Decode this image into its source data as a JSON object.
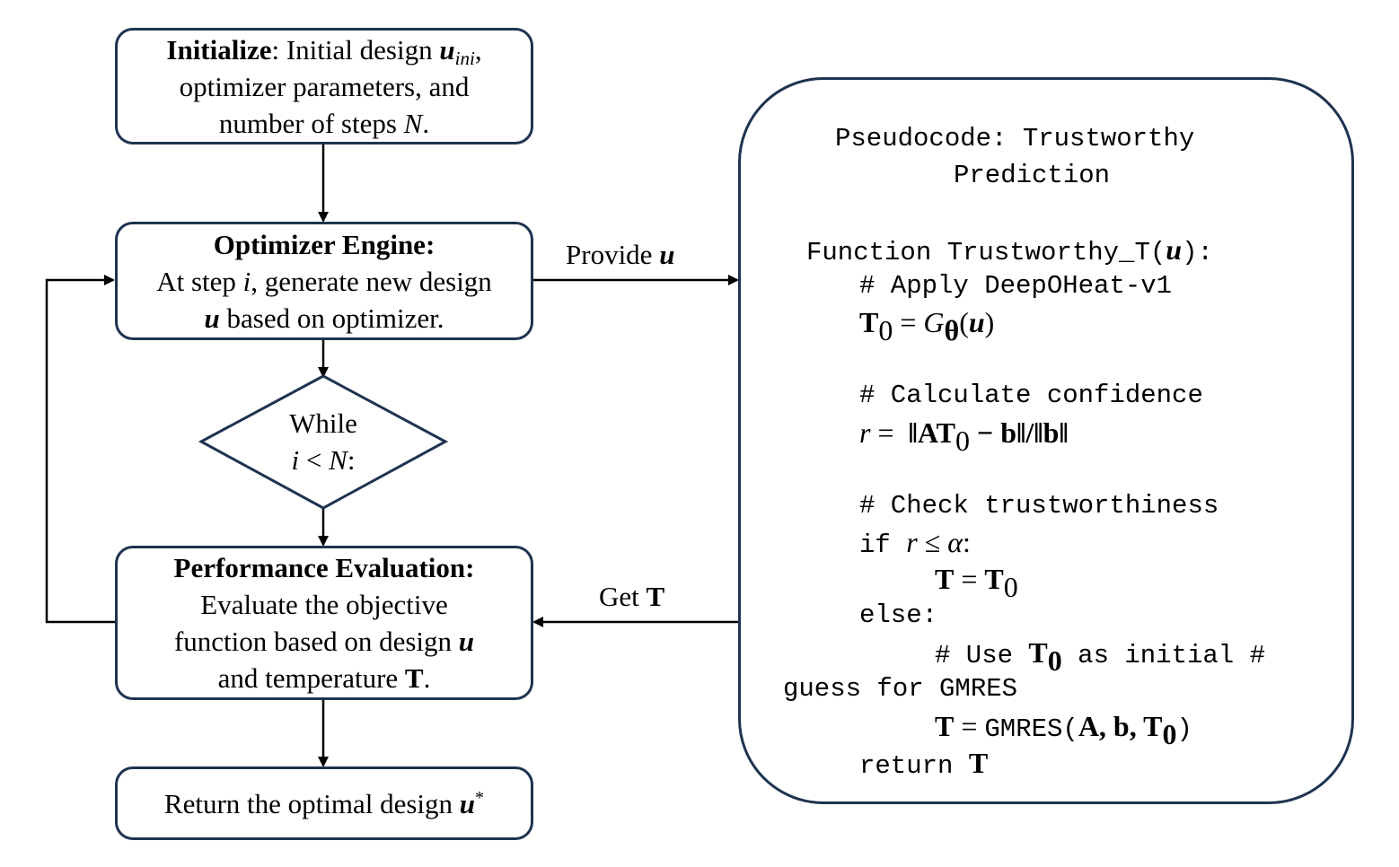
{
  "init_box": {
    "title": "Initialize",
    "line1_text": ": Initial design ",
    "u_symbol": "u",
    "u_subscript": "ini",
    "line1_end": ",",
    "line2": "optimizer parameters, and",
    "line3_text": "number of steps ",
    "n_symbol": "N",
    "line3_end": "."
  },
  "optimizer_box": {
    "title": "Optimizer Engine:",
    "line2_text": "At step ",
    "i_symbol": "i",
    "line2_end": ", generate new design",
    "u_symbol": "u",
    "line3_text": " based on optimizer."
  },
  "decision": {
    "line1": "While",
    "i_symbol": "i",
    "lt_symbol": " < ",
    "n_symbol": "N",
    "line2_end": ":"
  },
  "evaluation_box": {
    "title": "Performance Evaluation:",
    "line2": "Evaluate the objective",
    "line3_text": "function based on design ",
    "u_symbol": "u",
    "line4_text": "and temperature ",
    "t_symbol": "T",
    "line4_end": "."
  },
  "return_box": {
    "text": "Return the optimal design ",
    "u_symbol": "u",
    "star": "*"
  },
  "arrow_labels": {
    "provide_text": "Provide ",
    "provide_symbol": "u",
    "get_text": "Get ",
    "get_symbol": "T"
  },
  "pseudocode": {
    "title_line1": "Pseudocode: Trustworthy",
    "title_line2": "Prediction",
    "func_text": "Function Trustworthy_T(",
    "func_arg": "u",
    "func_end": "):",
    "comment_apply": "# Apply DeepOHeat-v1",
    "apply_t": "T",
    "apply_t_sub": "0",
    "apply_eq": " = ",
    "apply_g": "G",
    "apply_g_sub": "θ",
    "apply_paren_open": "(",
    "apply_u": "u",
    "apply_paren_close": ")",
    "comment_confidence": "# Calculate confidence",
    "conf_r": "r",
    "conf_eq": " =  ",
    "conf_expr_a": "‖AT",
    "conf_sub": "0",
    "conf_expr_b": " − b‖/‖b‖",
    "comment_trust": "# Check trustworthiness",
    "if_kw": "if ",
    "if_r": "r",
    "if_leq": " ≤ ",
    "if_alpha": "α",
    "if_colon": ":",
    "assign_t": "T",
    "assign_eq": " = ",
    "assign_t0": "T",
    "assign_t0_sub": "0",
    "else_kw": "else:",
    "comment_use_a": "# Use ",
    "comment_use_t": "T",
    "comment_use_sub": "0",
    "comment_use_b": " as initial #",
    "comment_guess": "guess for GMRES",
    "gmres_t": "T",
    "gmres_eq": " = ",
    "gmres_call": "GMRES(",
    "gmres_args": "A, b, T",
    "gmres_sub": "0",
    "gmres_close": ")",
    "return_kw": "return ",
    "return_t": "T"
  },
  "colors": {
    "border": "#1f3350",
    "arrow": "#000000"
  }
}
